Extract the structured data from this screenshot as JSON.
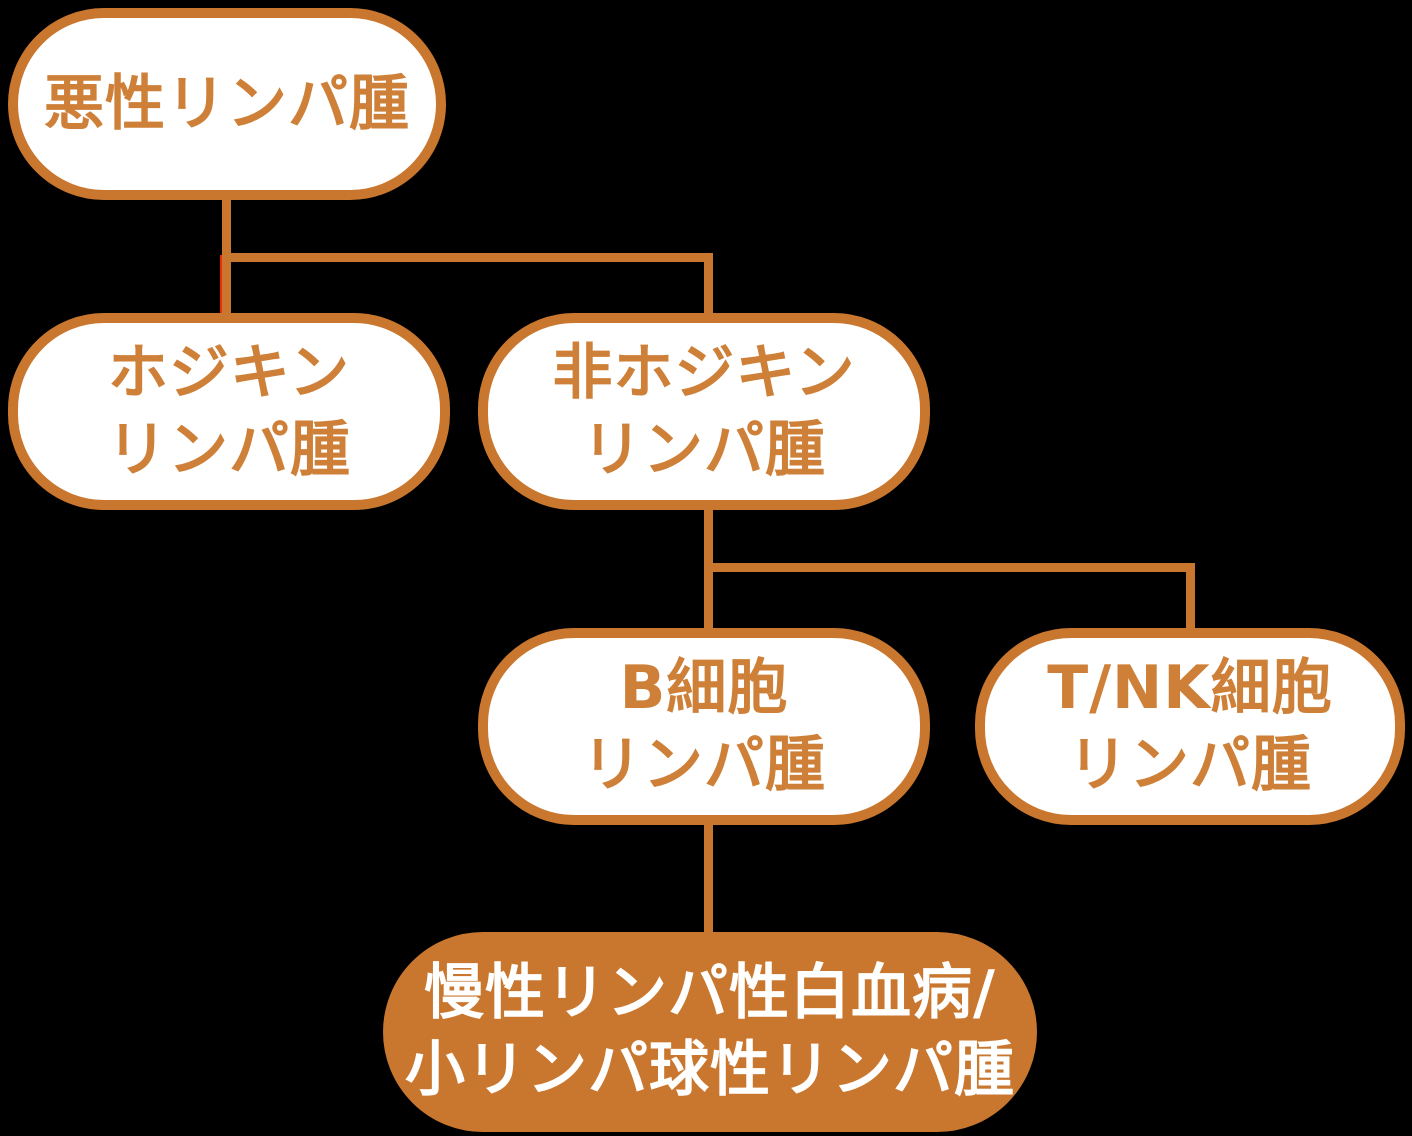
{
  "colors": {
    "accent": "#C9772E",
    "text": "#CE8038",
    "node_fill": "#FFFFFF",
    "filled_node_text": "#FFFFFF",
    "background": "#000000",
    "artifact_red": "#EE2B0B"
  },
  "diagram": {
    "type": "tree",
    "nodes": {
      "malignant": {
        "line1": "悪性リンパ腫"
      },
      "hodgkin": {
        "line1": "ホジキン",
        "line2": "リンパ腫"
      },
      "non_hodgkin": {
        "line1": "非ホジキン",
        "line2": "リンパ腫"
      },
      "b_cell": {
        "line1": "B細胞",
        "line2": "リンパ腫"
      },
      "t_nk": {
        "line1": "T/NK細胞",
        "line2": "リンパ腫"
      },
      "cll_sll": {
        "line1": "慢性リンパ性白血病/",
        "line2": "小リンパ球性リンパ腫"
      }
    },
    "edges": [
      {
        "from": "malignant",
        "to": "hodgkin"
      },
      {
        "from": "malignant",
        "to": "non_hodgkin"
      },
      {
        "from": "non_hodgkin",
        "to": "b_cell"
      },
      {
        "from": "non_hodgkin",
        "to": "t_nk"
      },
      {
        "from": "b_cell",
        "to": "cll_sll"
      }
    ]
  }
}
